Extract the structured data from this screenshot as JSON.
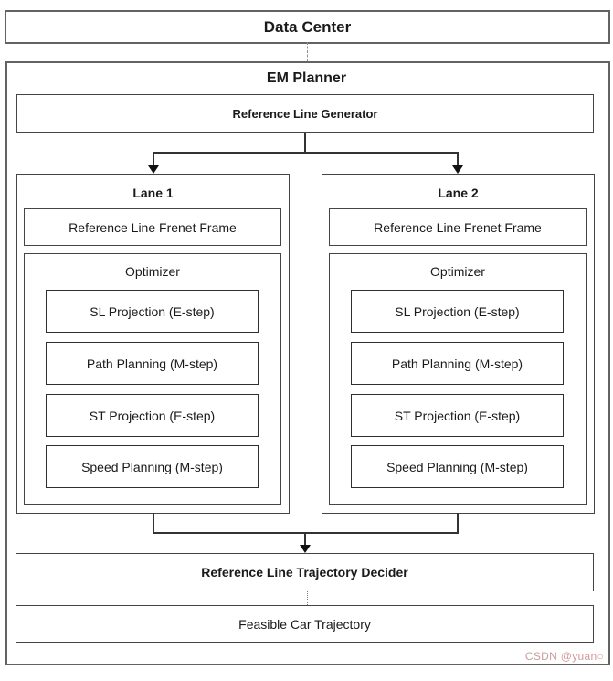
{
  "data_center": {
    "label": "Data Center"
  },
  "em_planner": {
    "title": "EM Planner",
    "reference_line_generator": "Reference Line Generator",
    "lanes": [
      {
        "title": "Lane 1",
        "frenet_frame": "Reference Line Frenet Frame",
        "optimizer_label": "Optimizer",
        "steps": [
          "SL Projection (E-step)",
          "Path Planning (M-step)",
          "ST Projection (E-step)",
          "Speed Planning (M-step)"
        ]
      },
      {
        "title": "Lane 2",
        "frenet_frame": "Reference Line Frenet Frame",
        "optimizer_label": "Optimizer",
        "steps": [
          "SL Projection (E-step)",
          "Path Planning (M-step)",
          "ST Projection (E-step)",
          "Speed Planning (M-step)"
        ]
      }
    ],
    "trajectory_decider": "Reference Line Trajectory Decider",
    "feasible_trajectory": "Feasible Car Trajectory"
  },
  "watermark": "CSDN @yuan○",
  "colors": {
    "background": "#ffffff",
    "border_outer": "#636363",
    "border_mid": "#454545",
    "border_inner": "#2e2e2e",
    "connector": "#333333",
    "text": "#1a1a1a",
    "watermark": "#cc9c9c"
  }
}
